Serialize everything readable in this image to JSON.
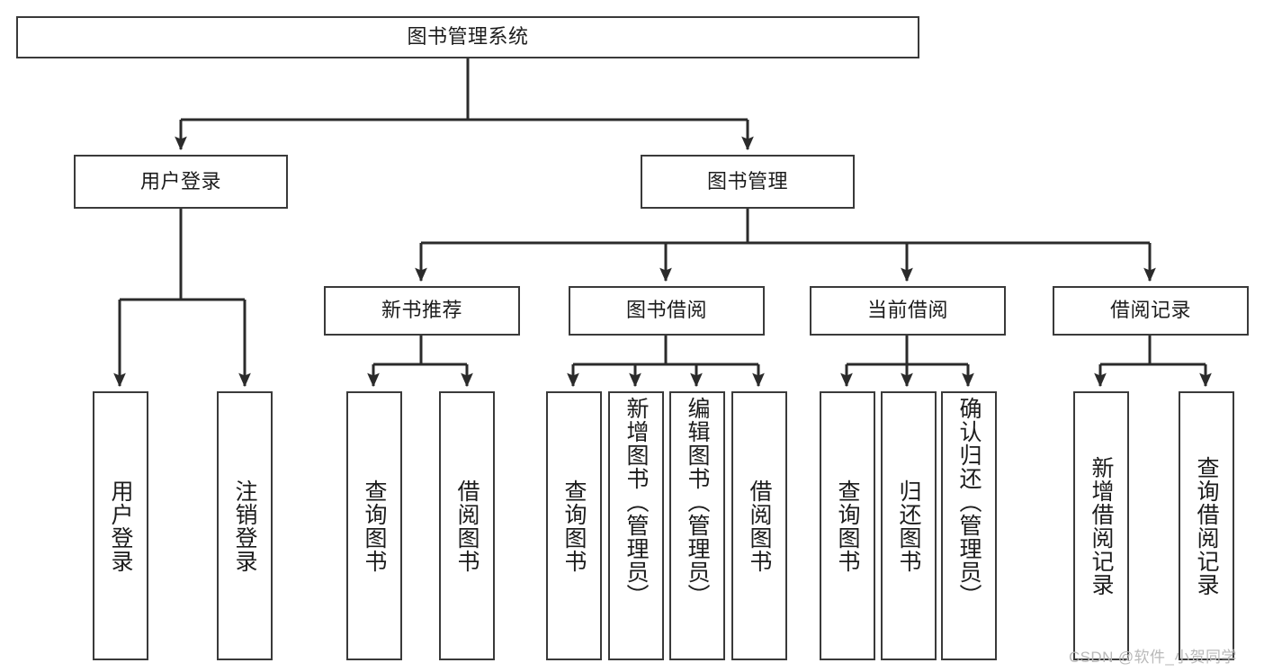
{
  "diagram": {
    "title": "图书管理系统",
    "type": "tree-hierarchy",
    "watermark": "CSDN @软件_小贺同学",
    "colors": {
      "background": "#ffffff",
      "box_border": "#3a3a3a",
      "box_fill": "#ffffff",
      "text": "#1c1c1c",
      "connector": "#2b2b2b",
      "watermark": "#b9b9b9"
    }
  },
  "nodes": {
    "root": {
      "label": "图书管理系统"
    },
    "level2": [
      {
        "id": "user-login",
        "label": "用户登录"
      },
      {
        "id": "book-management",
        "label": "图书管理"
      }
    ],
    "level3": [
      {
        "id": "new-book-recommend",
        "label": "新书推荐"
      },
      {
        "id": "book-borrow",
        "label": "图书借阅"
      },
      {
        "id": "current-borrow",
        "label": "当前借阅"
      },
      {
        "id": "borrow-record",
        "label": "借阅记录"
      }
    ],
    "leaves": {
      "user_login": [
        {
          "id": "leaf-user-login",
          "label": "用户登录"
        },
        {
          "id": "leaf-logout-login",
          "label": "注销登录"
        }
      ],
      "new_book_recommend": [
        {
          "id": "leaf-query-book-1",
          "label": "查询图书"
        },
        {
          "id": "leaf-borrow-book-1",
          "label": "借阅图书"
        }
      ],
      "book_borrow": [
        {
          "id": "leaf-query-book-2",
          "label": "查询图书"
        },
        {
          "id": "leaf-add-book",
          "label": "新增图书（管理员）"
        },
        {
          "id": "leaf-edit-book",
          "label": "编辑图书（管理员）"
        },
        {
          "id": "leaf-borrow-book-2",
          "label": "借阅图书"
        }
      ],
      "current_borrow": [
        {
          "id": "leaf-query-book-3",
          "label": "查询图书"
        },
        {
          "id": "leaf-return-book",
          "label": "归还图书"
        },
        {
          "id": "leaf-confirm-return",
          "label": "确认归还（管理员）"
        }
      ],
      "borrow_record": [
        {
          "id": "leaf-add-borrow-record",
          "label": "新增借阅记录"
        },
        {
          "id": "leaf-query-borrow-record",
          "label": "查询借阅记录"
        }
      ]
    }
  }
}
